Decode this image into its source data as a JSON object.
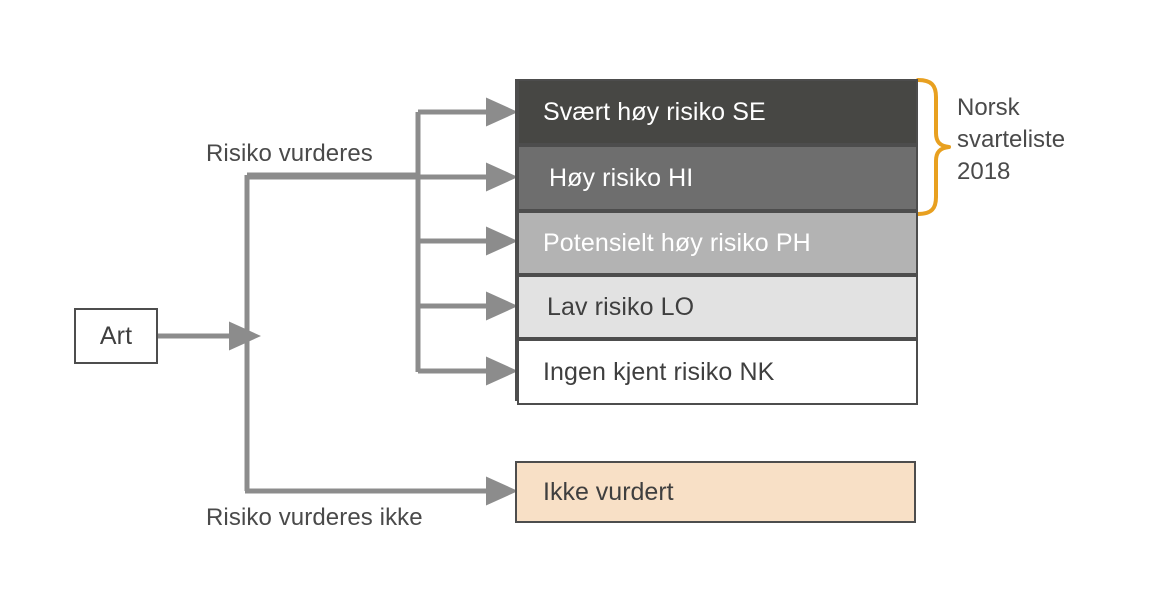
{
  "diagram": {
    "title_implicit": "Risikokategorier for arter",
    "source_node": {
      "label": "Art"
    },
    "edges": [
      {
        "label": "Risiko vurderes"
      },
      {
        "label": "Risiko vurderes ikke"
      }
    ],
    "risk_categories": [
      {
        "label": "Svært høy risiko SE",
        "code": "SE",
        "fill": "#474744",
        "text_color": "#ffffff"
      },
      {
        "label": "Høy risiko HI",
        "code": "HI",
        "fill": "#6e6e6e",
        "text_color": "#ffffff"
      },
      {
        "label": "Potensielt høy risiko PH",
        "code": "PH",
        "fill": "#b3b3b3",
        "text_color": "#ffffff"
      },
      {
        "label": "Lav risiko LO",
        "code": "LO",
        "fill": "#e2e2e2",
        "text_color": "#3f3f3f"
      },
      {
        "label": "Ingen kjent risiko NK",
        "code": "NK",
        "fill": "#ffffff",
        "text_color": "#3f3f3f"
      }
    ],
    "unassessed_node": {
      "label": "Ikke vurdert",
      "fill": "#f8e0c6"
    },
    "bracket_annotation": {
      "line1": "Norsk",
      "line2": "svarteliste",
      "line3": "2018",
      "color": "#e8a020",
      "covers": [
        "Svært høy risiko SE",
        "Høy risiko HI"
      ]
    },
    "colors": {
      "connector": "#8c8c8c",
      "border": "#4d4d4d",
      "text": "#3f3f3f",
      "accent": "#e8a020"
    }
  }
}
